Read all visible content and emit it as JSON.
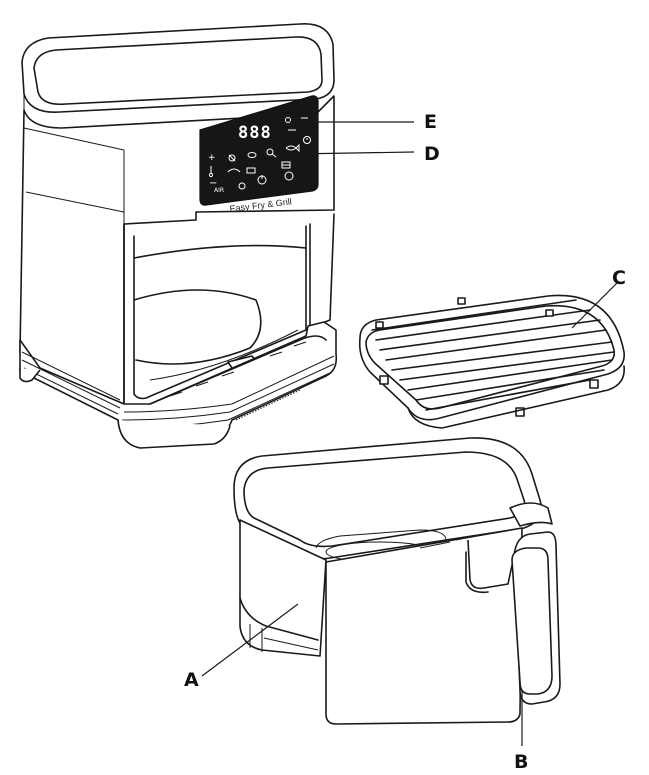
{
  "product": {
    "brand_label": "Easy Fry & Grill",
    "display_readout": "888"
  },
  "callouts": [
    {
      "id": "A",
      "label": "A"
    },
    {
      "id": "B",
      "label": "B"
    },
    {
      "id": "C",
      "label": "C"
    },
    {
      "id": "D",
      "label": "D"
    },
    {
      "id": "E",
      "label": "E"
    }
  ],
  "panel_icons": [
    "plus-icon",
    "minus-icon",
    "thermometer-icon",
    "fan-icon",
    "steak-icon",
    "chicken-icon",
    "fish-icon",
    "shrimp-icon",
    "cake-icon",
    "power-icon",
    "grill-icon",
    "timer-icon",
    "clock-icon"
  ]
}
